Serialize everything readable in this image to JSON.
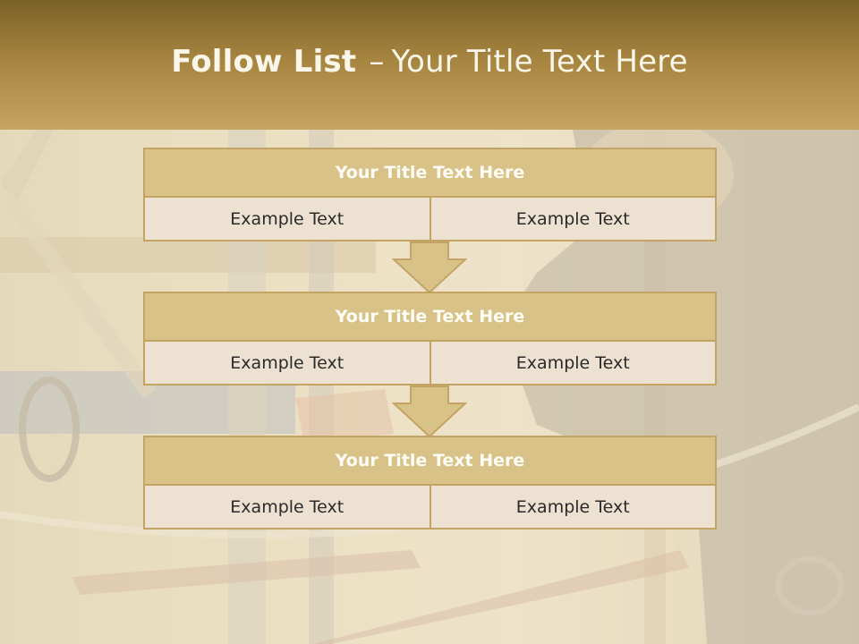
{
  "header": {
    "title_bold": "Follow List",
    "title_dash": "–",
    "title_rest": "Your Title Text Here"
  },
  "steps": [
    {
      "title": "Your Title Text Here",
      "left": "Example Text",
      "right": "Example Text"
    },
    {
      "title": "Your Title Text Here",
      "left": "Example Text",
      "right": "Example Text"
    },
    {
      "title": "Your Title Text Here",
      "left": "Example Text",
      "right": "Example Text"
    }
  ],
  "colors": {
    "header_dark": "#7a6128",
    "header_light": "#c7a560",
    "title_bar": "#d8c287",
    "cell_bg": "#ede2d1",
    "border": "#c3a464"
  },
  "icons": {
    "connector": "down-arrow-icon"
  }
}
